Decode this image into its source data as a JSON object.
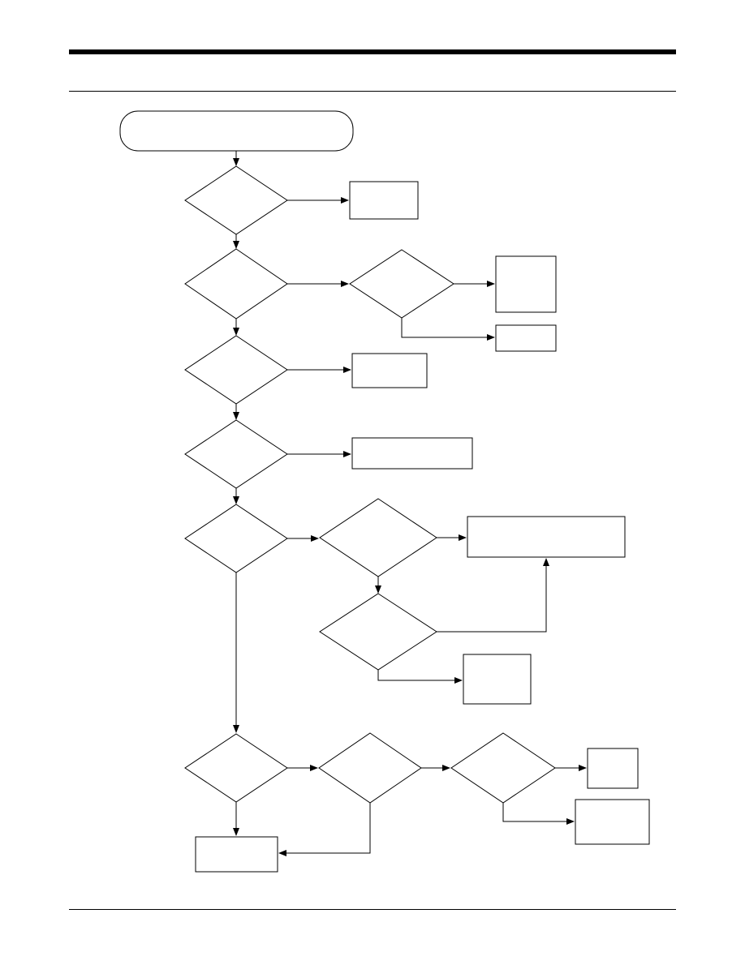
{
  "diagram": {
    "colors": {
      "stroke": "#000000",
      "background": "#ffffff"
    },
    "nodes": [
      {
        "id": "start",
        "shape": "terminator",
        "text": ""
      },
      {
        "id": "d1",
        "shape": "decision",
        "text": ""
      },
      {
        "id": "b1",
        "shape": "process",
        "text": ""
      },
      {
        "id": "d2",
        "shape": "decision",
        "text": ""
      },
      {
        "id": "d3",
        "shape": "decision",
        "text": ""
      },
      {
        "id": "b2",
        "shape": "process",
        "text": ""
      },
      {
        "id": "b3",
        "shape": "process",
        "text": ""
      },
      {
        "id": "d4",
        "shape": "decision",
        "text": ""
      },
      {
        "id": "b4",
        "shape": "process",
        "text": ""
      },
      {
        "id": "d5",
        "shape": "decision",
        "text": ""
      },
      {
        "id": "b5",
        "shape": "process",
        "text": ""
      },
      {
        "id": "d6",
        "shape": "decision",
        "text": ""
      },
      {
        "id": "d7",
        "shape": "decision",
        "text": ""
      },
      {
        "id": "b6",
        "shape": "process",
        "text": ""
      },
      {
        "id": "d8",
        "shape": "decision",
        "text": ""
      },
      {
        "id": "b7",
        "shape": "process",
        "text": ""
      },
      {
        "id": "d9",
        "shape": "decision",
        "text": ""
      },
      {
        "id": "d10",
        "shape": "decision",
        "text": ""
      },
      {
        "id": "d11",
        "shape": "decision",
        "text": ""
      },
      {
        "id": "b8",
        "shape": "process",
        "text": ""
      },
      {
        "id": "b9",
        "shape": "process",
        "text": ""
      },
      {
        "id": "b10",
        "shape": "process",
        "text": ""
      }
    ],
    "edges": [
      {
        "from": "start",
        "to": "d1"
      },
      {
        "from": "d1",
        "to": "b1"
      },
      {
        "from": "d1",
        "to": "d2"
      },
      {
        "from": "d2",
        "to": "d3"
      },
      {
        "from": "d3",
        "to": "b2"
      },
      {
        "from": "d3",
        "to": "b3"
      },
      {
        "from": "d2",
        "to": "d4"
      },
      {
        "from": "d4",
        "to": "b4"
      },
      {
        "from": "d4",
        "to": "d5"
      },
      {
        "from": "d5",
        "to": "b5"
      },
      {
        "from": "d5",
        "to": "d6"
      },
      {
        "from": "d6",
        "to": "d7"
      },
      {
        "from": "d7",
        "to": "b6"
      },
      {
        "from": "d7",
        "to": "d8"
      },
      {
        "from": "d8",
        "to": "b6"
      },
      {
        "from": "d8",
        "to": "b7"
      },
      {
        "from": "d6",
        "to": "d9"
      },
      {
        "from": "d9",
        "to": "d10"
      },
      {
        "from": "d10",
        "to": "d11"
      },
      {
        "from": "d11",
        "to": "b8"
      },
      {
        "from": "d11",
        "to": "b9"
      },
      {
        "from": "d9",
        "to": "b10"
      },
      {
        "from": "d10",
        "to": "b10"
      }
    ]
  }
}
